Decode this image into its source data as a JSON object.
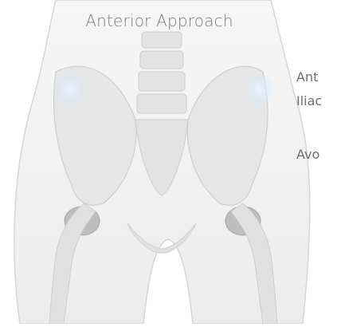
{
  "title": "Anterior Approach",
  "side_text": [
    "Ant",
    "Iliac",
    "Avo"
  ],
  "colors": {
    "background": "#ffffff",
    "bone": "#d9d9d9",
    "body_outline": "#cfcfcf",
    "highlight": "#cfe6ff"
  },
  "icons": [
    "pelvis-illustration",
    "spine-illustration",
    "femur-illustration",
    "iliac-highlight"
  ]
}
